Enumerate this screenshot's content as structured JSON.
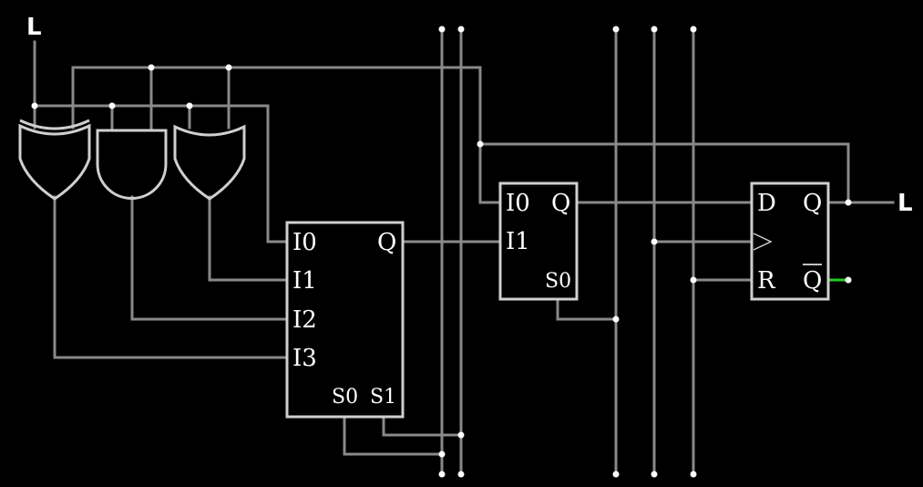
{
  "io": {
    "input_label": "L",
    "output_label": "L"
  },
  "mux4": {
    "inputs": [
      "I0",
      "I1",
      "I2",
      "I3"
    ],
    "output": "Q",
    "selects": [
      "S0",
      "S1"
    ]
  },
  "mux2": {
    "inputs": [
      "I0",
      "I1"
    ],
    "output": "Q",
    "select": "S0"
  },
  "dff": {
    "d": "D",
    "q": "Q",
    "r": "R",
    "qbar": "Q"
  },
  "colors": {
    "wire": "#8a8888",
    "component": "#cfcfcf",
    "active_wire": "#22cc22",
    "background": "#000000"
  }
}
